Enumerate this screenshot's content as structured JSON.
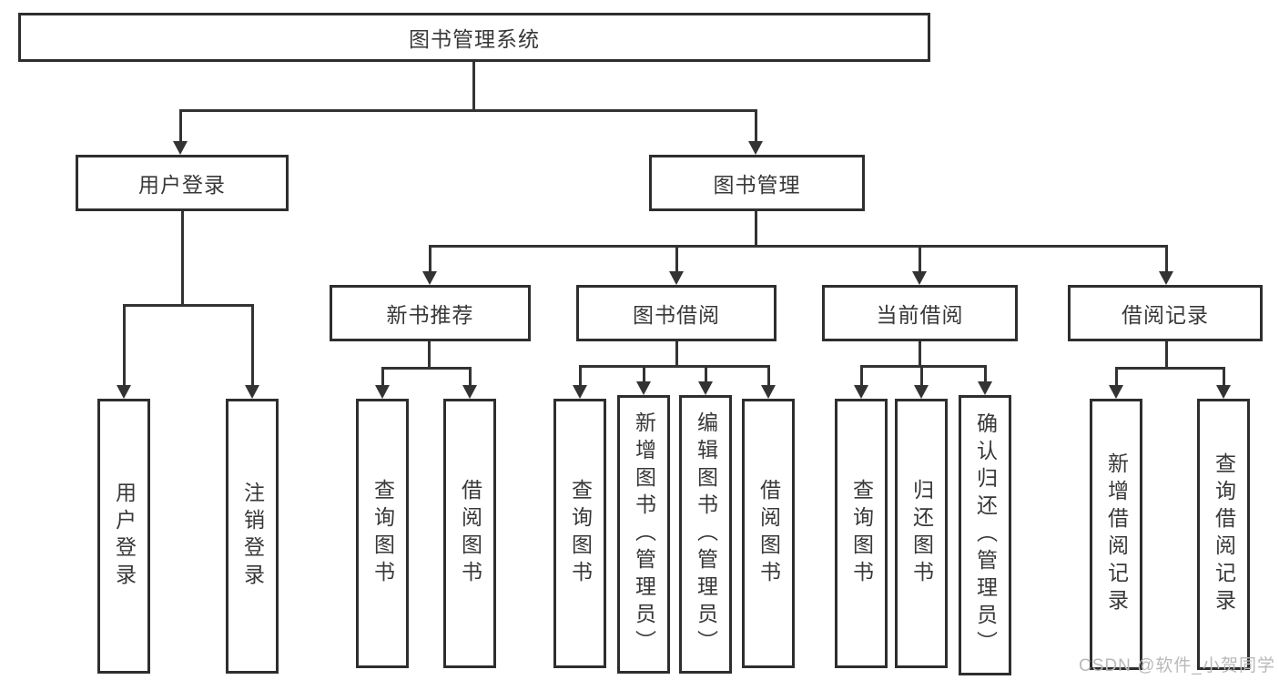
{
  "diagram": {
    "root": {
      "label": "图书管理系统"
    },
    "level2": [
      {
        "label": "用户登录",
        "children": [
          {
            "label": "用户登录"
          },
          {
            "label": "注销登录"
          }
        ]
      },
      {
        "label": "图书管理",
        "children": [
          {
            "label": "新书推荐",
            "children": [
              {
                "label": "查询图书"
              },
              {
                "label": "借阅图书"
              }
            ]
          },
          {
            "label": "图书借阅",
            "children": [
              {
                "label": "查询图书"
              },
              {
                "label": "新增图书（管理员）"
              },
              {
                "label": "编辑图书（管理员）"
              },
              {
                "label": "借阅图书"
              }
            ]
          },
          {
            "label": "当前借阅",
            "children": [
              {
                "label": "查询图书"
              },
              {
                "label": "归还图书"
              },
              {
                "label": "确认归还（管理员）"
              }
            ]
          },
          {
            "label": "借阅记录",
            "children": [
              {
                "label": "新增借阅记录"
              },
              {
                "label": "查询借阅记录"
              }
            ]
          }
        ]
      }
    ]
  },
  "watermark": {
    "text": "CSDN @软件_小贺同学",
    "color": "#b9b9b9"
  },
  "colors": {
    "connector": "#333333",
    "box_border": "#2e2e2e",
    "box_fill": "#ffffff",
    "text": "#383838",
    "background": "#ffffff"
  }
}
